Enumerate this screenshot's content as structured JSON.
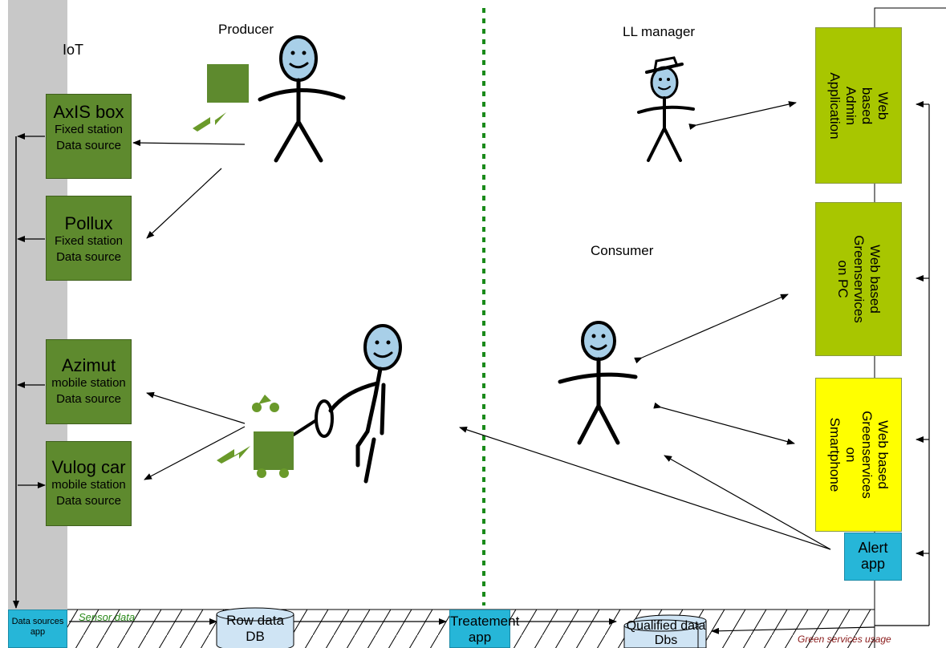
{
  "labels": {
    "iot": "IoT",
    "producer": "Producer",
    "ll_manager": "LL manager",
    "consumer": "Consumer"
  },
  "stations": [
    {
      "title": "AxIS box",
      "line1": "Fixed station",
      "line2": "Data source"
    },
    {
      "title": "Pollux",
      "line1": "Fixed station",
      "line2": "Data source"
    },
    {
      "title": "Azimut",
      "line1": "mobile station",
      "line2": "Data source"
    },
    {
      "title": "Vulog car",
      "line1": "mobile station",
      "line2": "Data source"
    }
  ],
  "web_apps": {
    "admin": "Web based\nAdmin\nApplication",
    "pc": "Web based\nGreenservices\non PC",
    "smartphone": "Web based\nGreenservices\non Smartphone"
  },
  "alert_app": {
    "line1": "Alert",
    "line2": "app"
  },
  "bottom": {
    "data_sources_app": {
      "line1": "Data sources",
      "line2": "app"
    },
    "sensor_data": "Sensor data",
    "row_data_db": {
      "line1": "Row data",
      "line2": "DB"
    },
    "treatment_app": {
      "line1": "Treatement",
      "line2": "app"
    },
    "qualified_data": {
      "line1": "Qualified data",
      "line2": "Dbs"
    },
    "green_services_usage": "Green services usage"
  },
  "colors": {
    "station_green": "#5e8a2e",
    "web_green": "#a8c600",
    "smartphone_yellow": "#ffff00",
    "cyan": "#26b6d8",
    "sidebar_gray": "#c8c8c8",
    "divider_green": "#1a8a1a"
  }
}
